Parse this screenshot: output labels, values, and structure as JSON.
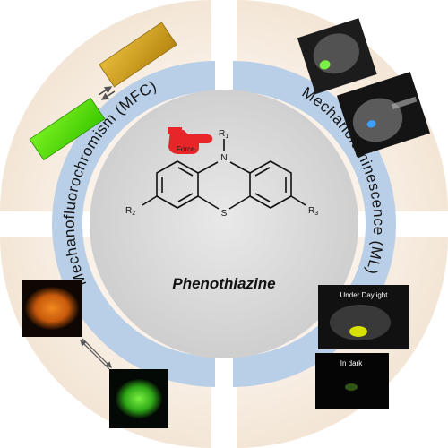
{
  "center": {
    "title": "Phenothiazine",
    "force_label": "Force",
    "atoms": {
      "n": "N",
      "s": "S",
      "r1": "R",
      "r1_sub": "1",
      "r2": "R",
      "r2_sub": "2",
      "r3": "R",
      "r3_sub": "3"
    }
  },
  "left_arc": {
    "label": "Mechanofluorochromism (MFC)"
  },
  "right_arc": {
    "label": "Mechanoluminescence (ML)"
  },
  "photos": {
    "under_daylight": "Under Daylight",
    "in_dark": "In dark"
  },
  "colors": {
    "sector_fill": "#f7ecdf",
    "inner_band": "#b8cfe8",
    "center_disc": "#d9d9d9",
    "hand_red": "#e8262a",
    "strip_yellow": "#cda020",
    "strip_green": "#55e000",
    "powder_orange": "#e06a10",
    "powder_green": "#4fd82a"
  },
  "icons": [
    "pointing-hand-icon",
    "exchange-arrows-icon",
    "double-arrow-icon"
  ]
}
